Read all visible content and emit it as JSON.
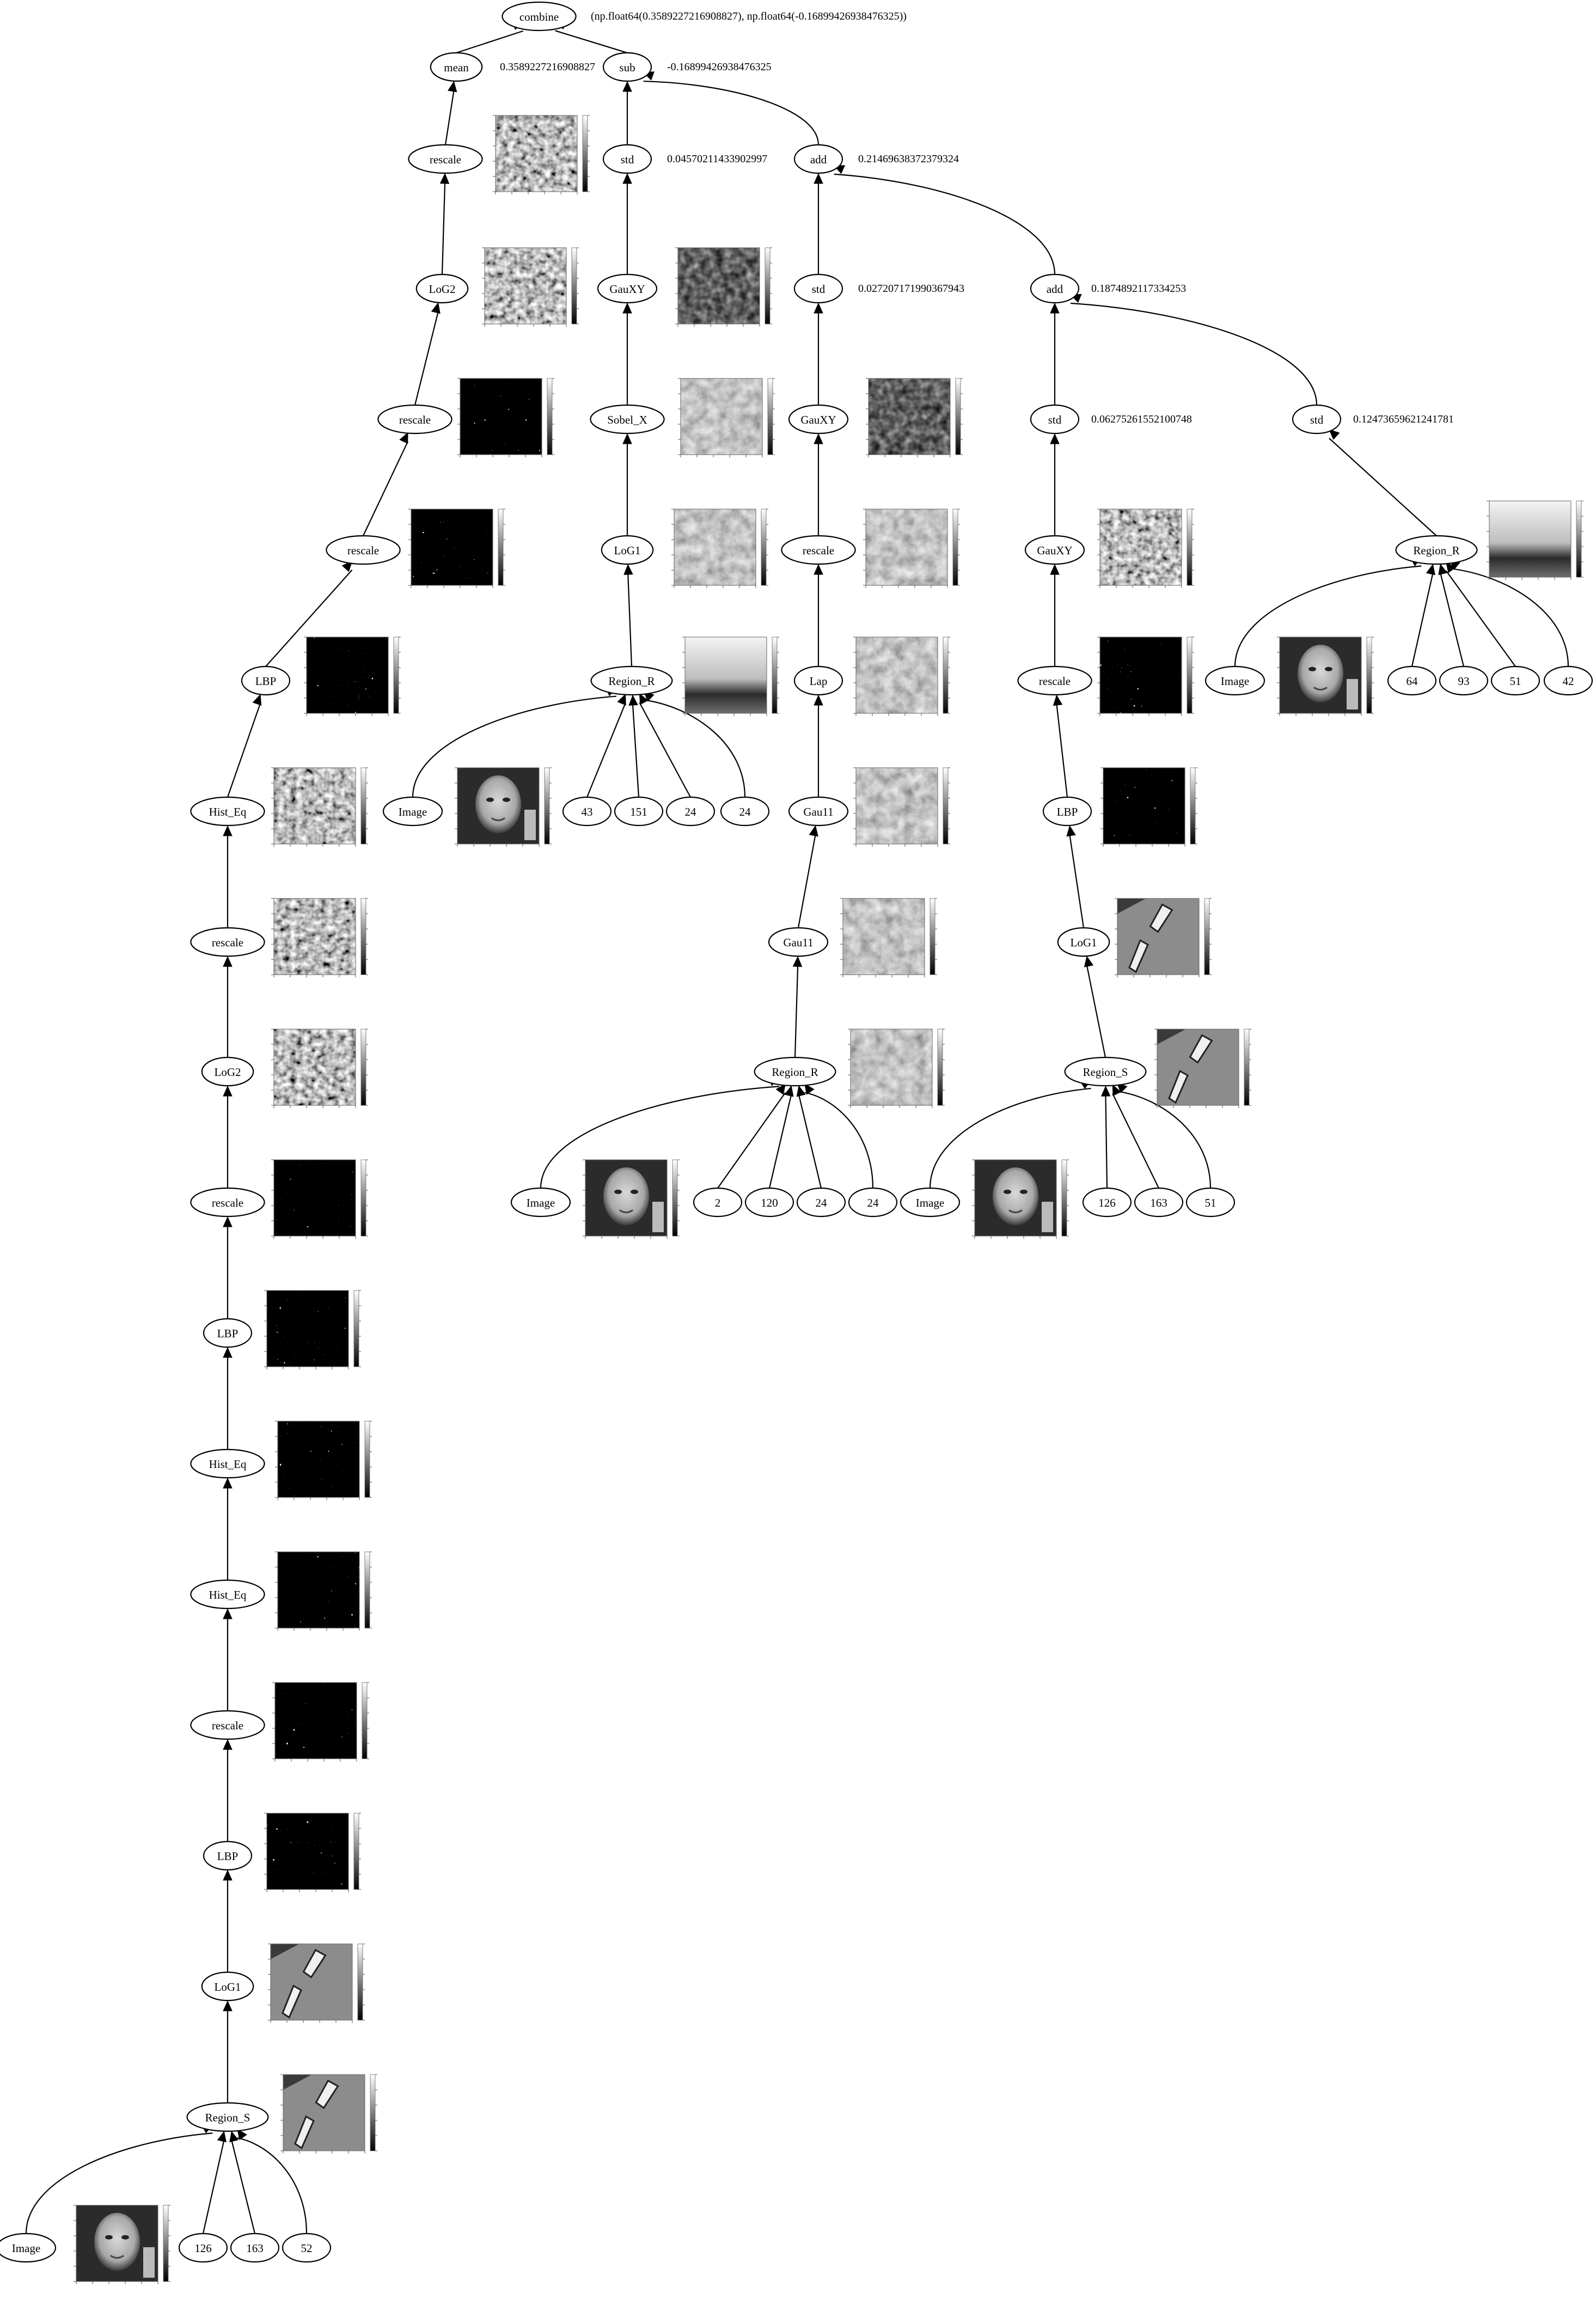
{
  "root_label": "combine",
  "root_value": "(np.float64(0.3589227216908827), np.float64(-0.16899426938476325))",
  "nodes": {
    "combine": "combine",
    "mean": "mean",
    "sub": "sub",
    "l_rescale1": "rescale",
    "l_log2a": "LoG2",
    "l_rescale2": "rescale",
    "l_rescale3": "rescale",
    "l_lbp1": "LBP",
    "l_histeq1": "Hist_Eq",
    "l_rescale4": "rescale",
    "l_log2b": "LoG2",
    "l_rescale5": "rescale",
    "l_lbp2": "LBP",
    "l_histeq2": "Hist_Eq",
    "l_histeq3": "Hist_Eq",
    "l_rescale6": "rescale",
    "l_lbp3": "LBP",
    "l_log1": "LoG1",
    "l_regions": "Region_S",
    "l_image": "Image",
    "l_n126": "126",
    "l_n163": "163",
    "l_n52": "52",
    "m_std": "std",
    "m_gauxy": "GauXY",
    "m_sobelx": "Sobel_X",
    "m_log1": "LoG1",
    "m_regionr": "Region_R",
    "m_image": "Image",
    "m_n43": "43",
    "m_n151": "151",
    "m_n24a": "24",
    "m_n24b": "24",
    "a_add1": "add",
    "a_std": "std",
    "a_gauxy": "GauXY",
    "a_rescale": "rescale",
    "a_lap": "Lap",
    "a_gau11a": "Gau11",
    "a_gau11b": "Gau11",
    "a_regionr": "Region_R",
    "a_image": "Image",
    "a_n2": "2",
    "a_n120": "120",
    "a_n24a": "24",
    "a_n24b": "24",
    "b_add2": "add",
    "b_std": "std",
    "b_gauxy": "GauXY",
    "b_rescale": "rescale",
    "b_lbp": "LBP",
    "b_log1": "LoG1",
    "b_regions": "Region_S",
    "b_image": "Image",
    "b_n126": "126",
    "b_n163": "163",
    "b_n51": "51",
    "c_std": "std",
    "c_regionr": "Region_R",
    "c_image": "Image",
    "c_n64": "64",
    "c_n93": "93",
    "c_n51": "51",
    "c_n42": "42"
  },
  "values": {
    "mean": "0.3589227216908827",
    "sub": "-0.16899426938476325",
    "m_std": "0.04570211433902997",
    "a_add1": "0.2146963837237932​4",
    "a_std": "0.027207171990367943",
    "b_add2": "0.18748921173342​53",
    "b_std": "0.06275261552100748",
    "c_std": "0.12473659621241781"
  },
  "colors": {
    "stroke": "#000000",
    "background": "#ffffff",
    "thumb_dark": "#1a1a1a",
    "thumb_light": "#d8d8d8"
  },
  "thumbnail_kinds": {
    "noise_smooth": "noise-texture-icon",
    "noise_binary": "binary-texture-icon",
    "face": "face-photo-icon",
    "region": "region-crop-icon",
    "gradient": "gradient-map-icon"
  }
}
